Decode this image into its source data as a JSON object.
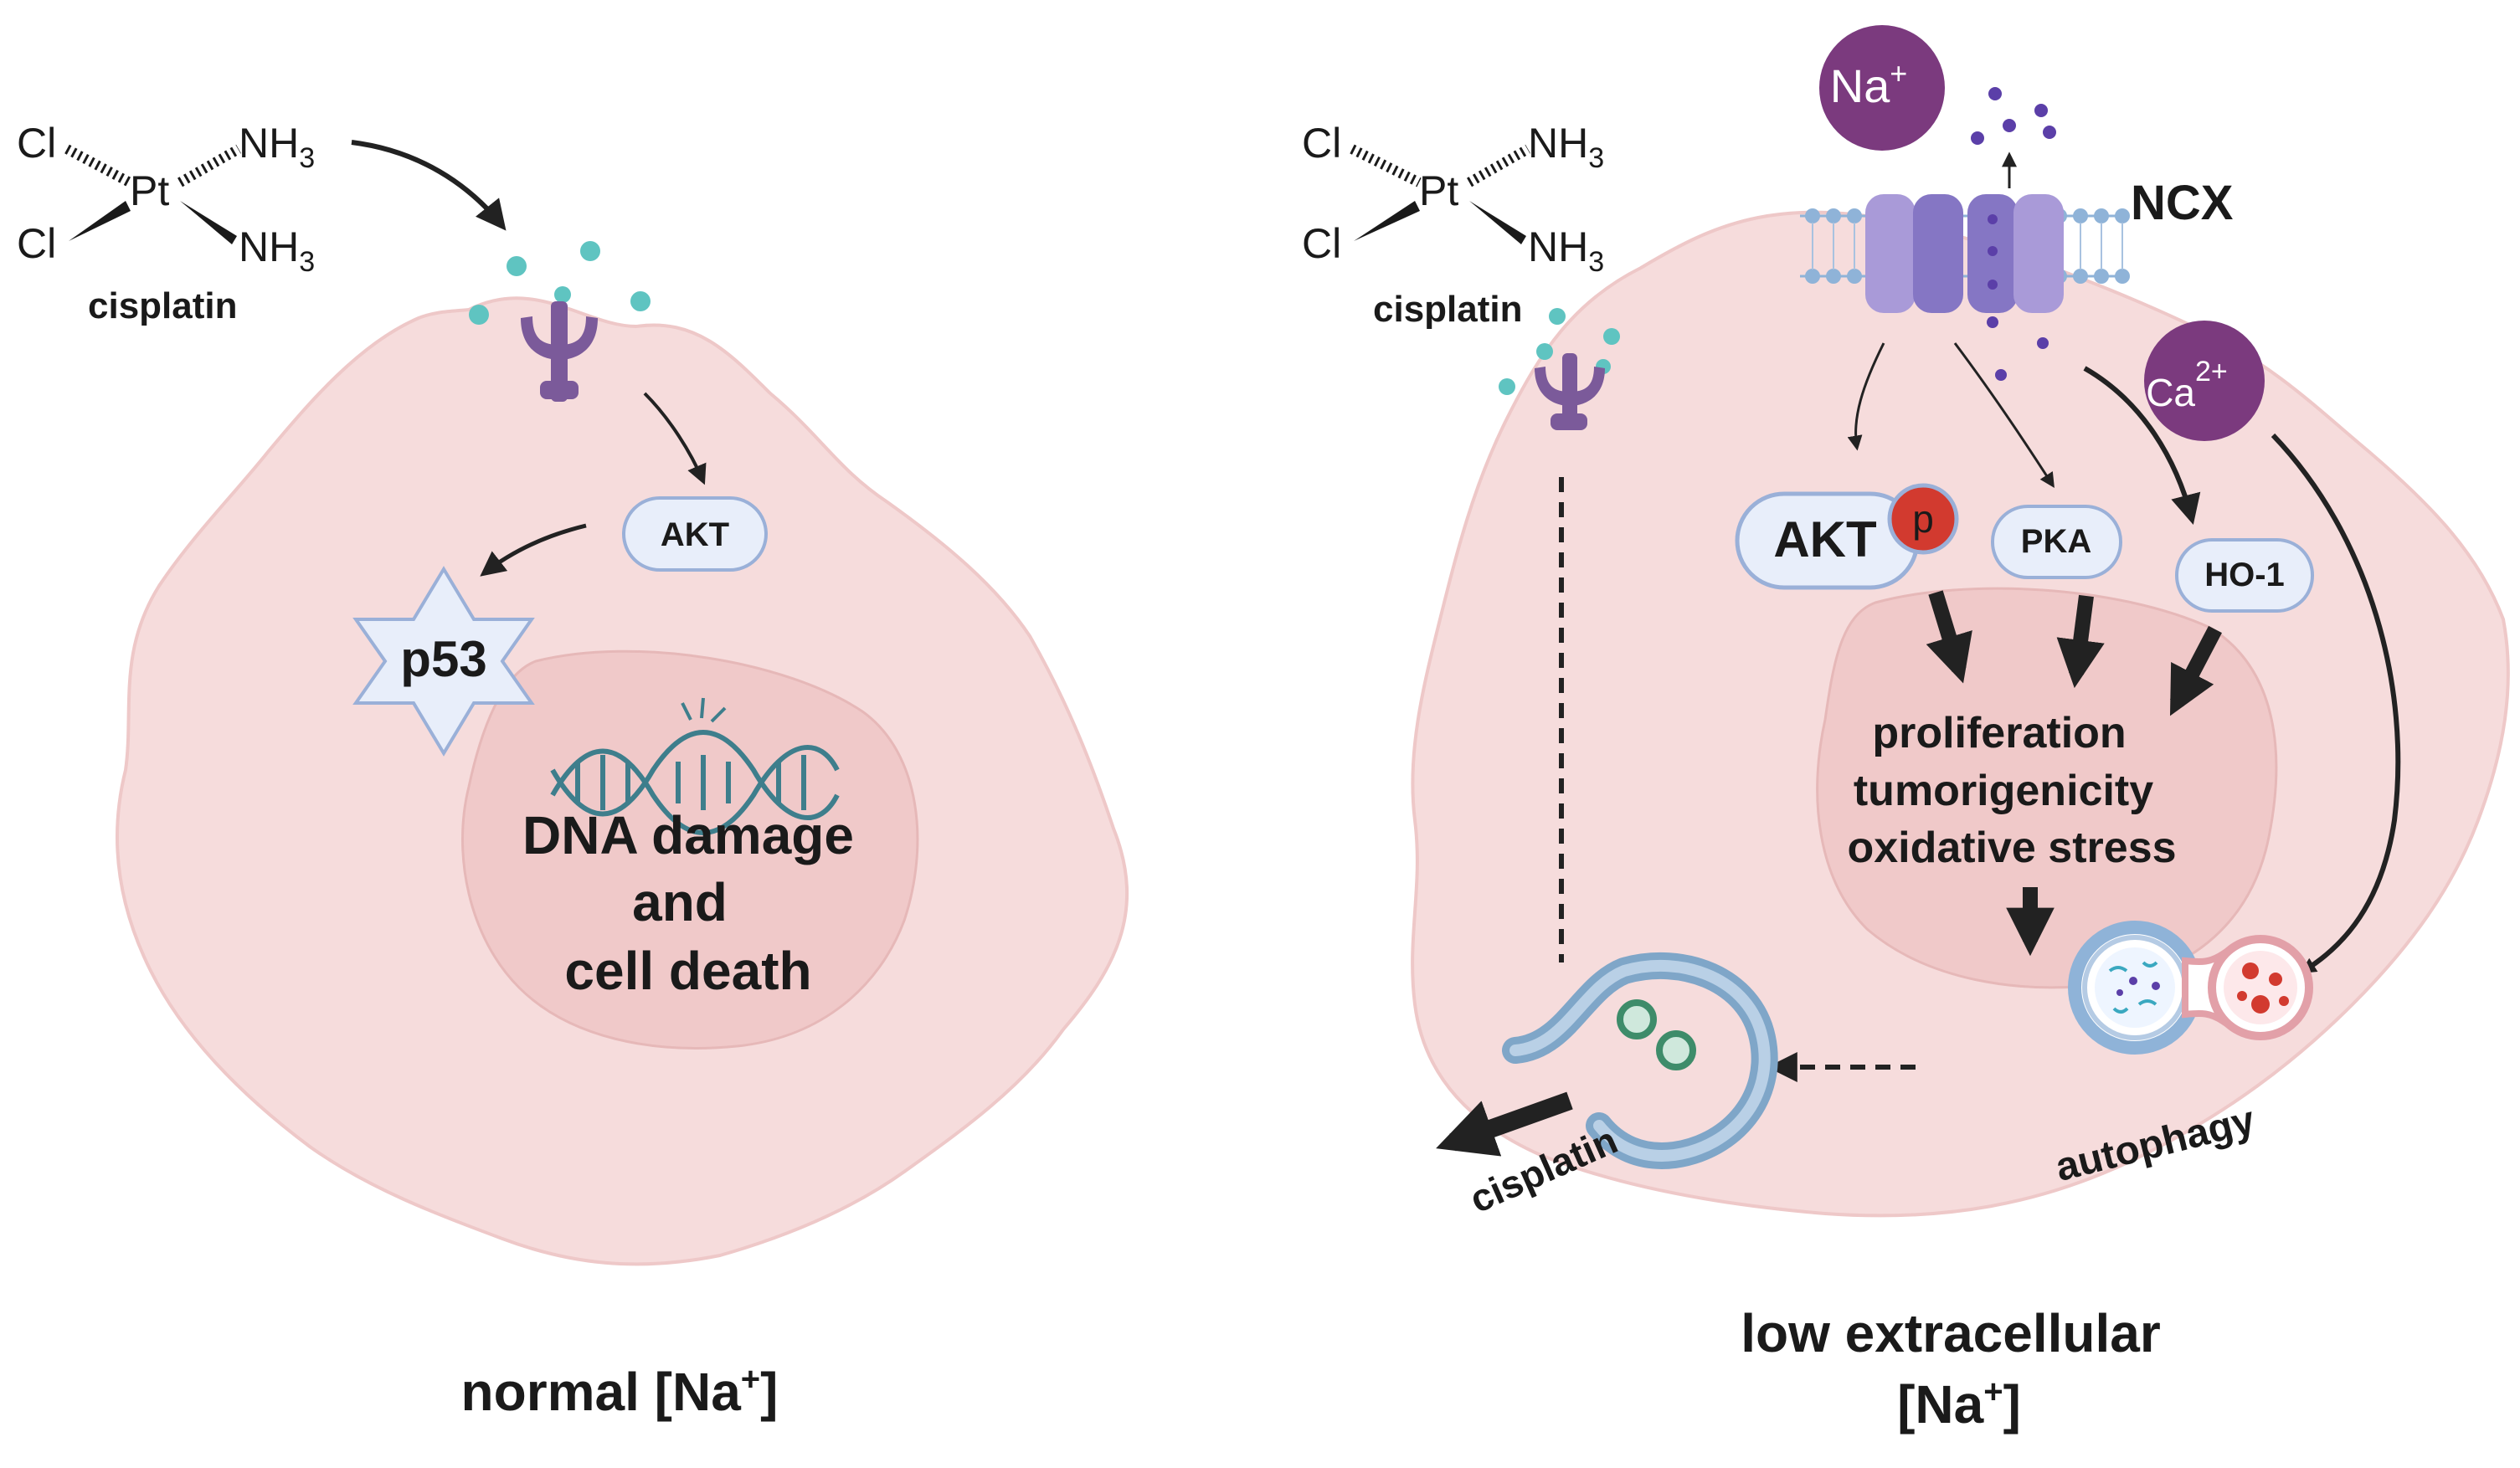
{
  "colors": {
    "cell_fill": "#f6dcdc",
    "cell_edge": "#eec8c8",
    "nucleus_fill": "#f0c9c9",
    "nucleus_edge": "#e6b8b8",
    "pill_fill": "#e8eefa",
    "pill_edge": "#9ab0d8",
    "receptor": "#7b5a9a",
    "ion": "#5fc4c1",
    "sodium_ball": "#7b3a7e",
    "ncx_light": "#a99ad8",
    "ncx_dark": "#8576c4",
    "membrane_head": "#8fb3d8",
    "phospho": "#d23a2f",
    "dna_strand": "#3e7e8c",
    "vesicle": "#7fa6c8",
    "text": "#1a1a1a",
    "arrow": "#222222"
  },
  "left_panel": {
    "drug": {
      "atoms": {
        "cl_top": "Cl",
        "cl_bottom": "Cl",
        "pt": "Pt",
        "nh3_top": "NH",
        "nh3_bottom": "NH",
        "subscript": "3"
      },
      "name": "cisplatin"
    },
    "akt_label": "AKT",
    "p53_label": "p53",
    "nucleus_text": [
      "DNA damage",
      "and",
      "cell death"
    ],
    "caption": {
      "main": "normal [Na",
      "sup": "+",
      "close": "]"
    }
  },
  "right_panel": {
    "drug": {
      "atoms": {
        "cl_top": "Cl",
        "cl_bottom": "Cl",
        "pt": "Pt",
        "nh3_top": "NH",
        "nh3_bottom": "NH",
        "subscript": "3"
      },
      "name": "cisplatin"
    },
    "na_ion": {
      "label": "Na",
      "sup": "+"
    },
    "ca_ion": {
      "label": "Ca",
      "sup": "2+"
    },
    "ncx_label": "NCX",
    "akt_label": "AKT",
    "phospho_label": "p",
    "pka_label": "PKA",
    "ho1_label": "HO-1",
    "effects": [
      "proliferation",
      "tumorigenicity",
      "oxidative stress"
    ],
    "autophagy_label": "autophagy",
    "efflux_label": "cisplatin",
    "caption": {
      "line1": "low extracellular",
      "line2_main": "[Na",
      "line2_sup": "+",
      "line2_close": "]"
    }
  }
}
